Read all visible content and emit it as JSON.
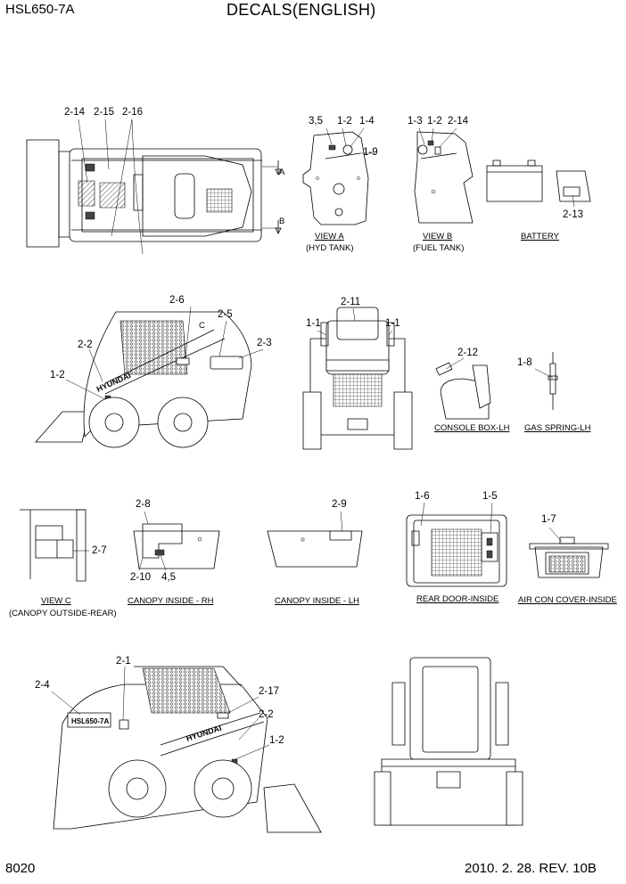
{
  "header": {
    "model": "HSL650-7A",
    "title": "DECALS(ENGLISH)"
  },
  "footer": {
    "page": "8020",
    "revision": "2010. 2. 28. REV. 10B"
  },
  "callouts": {
    "top_view": [
      "2-14",
      "2-15",
      "2-16"
    ],
    "view_a": [
      "3,5",
      "1-2",
      "1-4",
      "1-9"
    ],
    "view_b": [
      "1-3",
      "1-2",
      "2-14"
    ],
    "battery": [
      "2-13"
    ],
    "side_lh": [
      "2-6",
      "2-5",
      "2-3",
      "2-2",
      "1-2"
    ],
    "front": [
      "2-11",
      "1-1",
      "1-1"
    ],
    "console": [
      "2-12"
    ],
    "gas_spring": [
      "1-8"
    ],
    "view_c": [
      "2-7"
    ],
    "canopy_rh": [
      "2-8",
      "2-10",
      "4,5"
    ],
    "canopy_lh": [
      "2-9"
    ],
    "rear_door": [
      "1-6",
      "1-5"
    ],
    "aircon": [
      "1-7"
    ],
    "side_rh": [
      "2-1",
      "2-4",
      "2-17",
      "2-2",
      "1-2"
    ]
  },
  "captions": {
    "view_a": "VIEW A",
    "view_a_sub": "(HYD TANK)",
    "view_b": "VIEW B",
    "view_b_sub": "(FUEL TANK)",
    "battery": "BATTERY",
    "console": "CONSOLE BOX-LH",
    "gas_spring": "GAS SPRING-LH",
    "view_c": "VIEW C",
    "view_c_sub": "(CANOPY  OUTSIDE-REAR)",
    "canopy_rh": "CANOPY INSIDE - RH",
    "canopy_lh": "CANOPY INSIDE - LH",
    "rear_door": "REAR DOOR-INSIDE",
    "aircon": "AIR CON COVER-INSIDE"
  },
  "marks": {
    "view_a_arrow": "A",
    "view_b_arrow": "B",
    "view_c_arrow": "C"
  },
  "decal_text": {
    "brand": "HYUNDAI",
    "model_plate": "HSL650-7A"
  }
}
